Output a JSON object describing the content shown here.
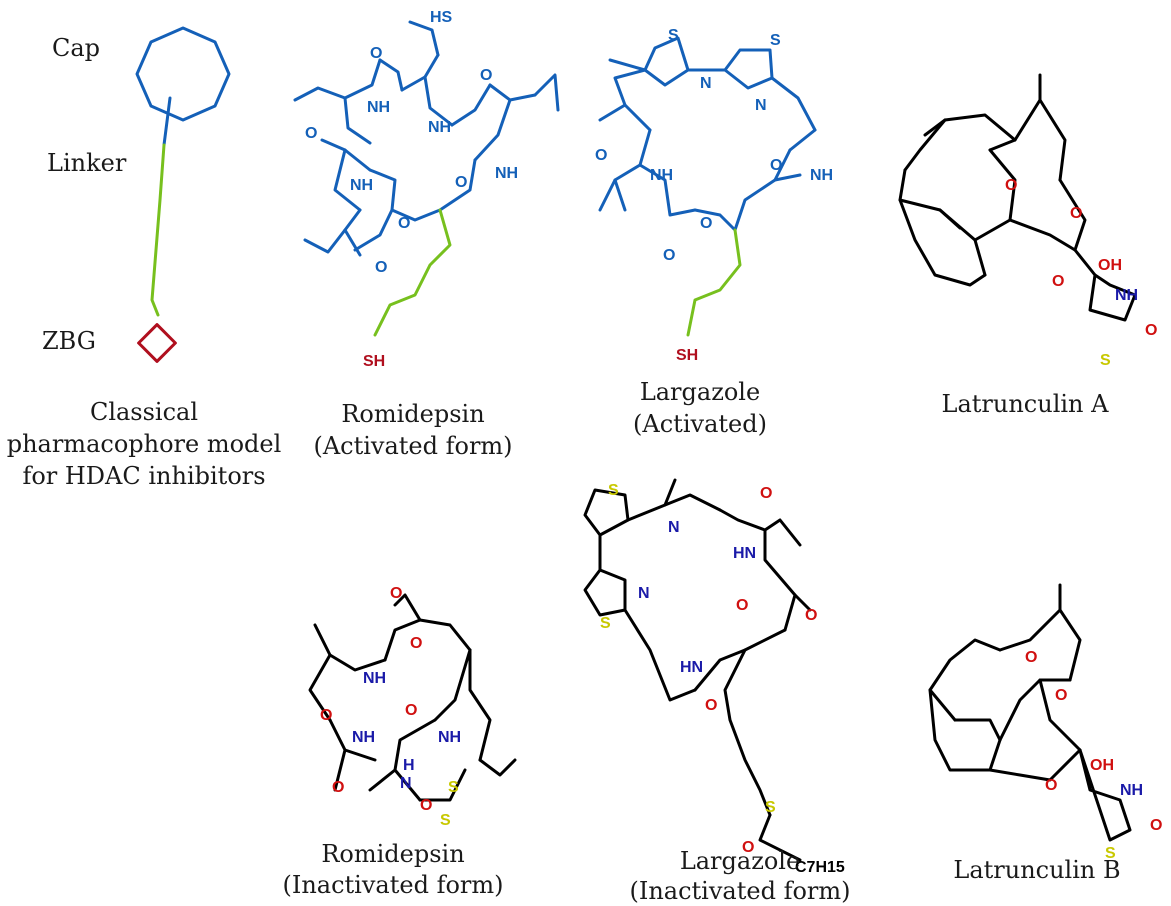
{
  "model": {
    "cap_label": "Cap",
    "linker_label": "Linker",
    "zbg_label": "ZBG",
    "caption_lines": [
      "Classical",
      "pharmacophore model",
      "for HDAC inhibitors"
    ]
  },
  "structures": [
    {
      "name": "romidepsin-activated",
      "caption_lines": [
        "Romidepsin",
        "(Activated form)"
      ]
    },
    {
      "name": "largazole-activated",
      "caption_lines": [
        "Largazole",
        "(Activated)"
      ]
    },
    {
      "name": "latrunculin-a",
      "caption_lines": [
        "Latrunculin A"
      ]
    },
    {
      "name": "romidepsin-inactivated",
      "caption_lines": [
        "Romidepsin",
        "(Inactivated form)"
      ]
    },
    {
      "name": "largazole-inactivated",
      "caption_lines": [
        "Largazole",
        "(Inactivated form)"
      ]
    },
    {
      "name": "latrunculin-b",
      "caption_lines": [
        "Latrunculin B"
      ]
    }
  ],
  "atoms": {
    "hs": "HS",
    "sh": "SH",
    "nh": "NH",
    "hn": "HN",
    "h": "H",
    "n": "N",
    "o": "O",
    "s": "S",
    "oh": "OH",
    "c7h15": "C7H15"
  },
  "colors": {
    "cap_blue": "#1460b8",
    "linker_green": "#77c01e",
    "zbg_red": "#b00f1e",
    "nitrogen_blue": "#1a1aa8",
    "oxygen_red": "#d01010",
    "sulfur_yellow": "#c8c800",
    "bond_black": "#000000"
  }
}
